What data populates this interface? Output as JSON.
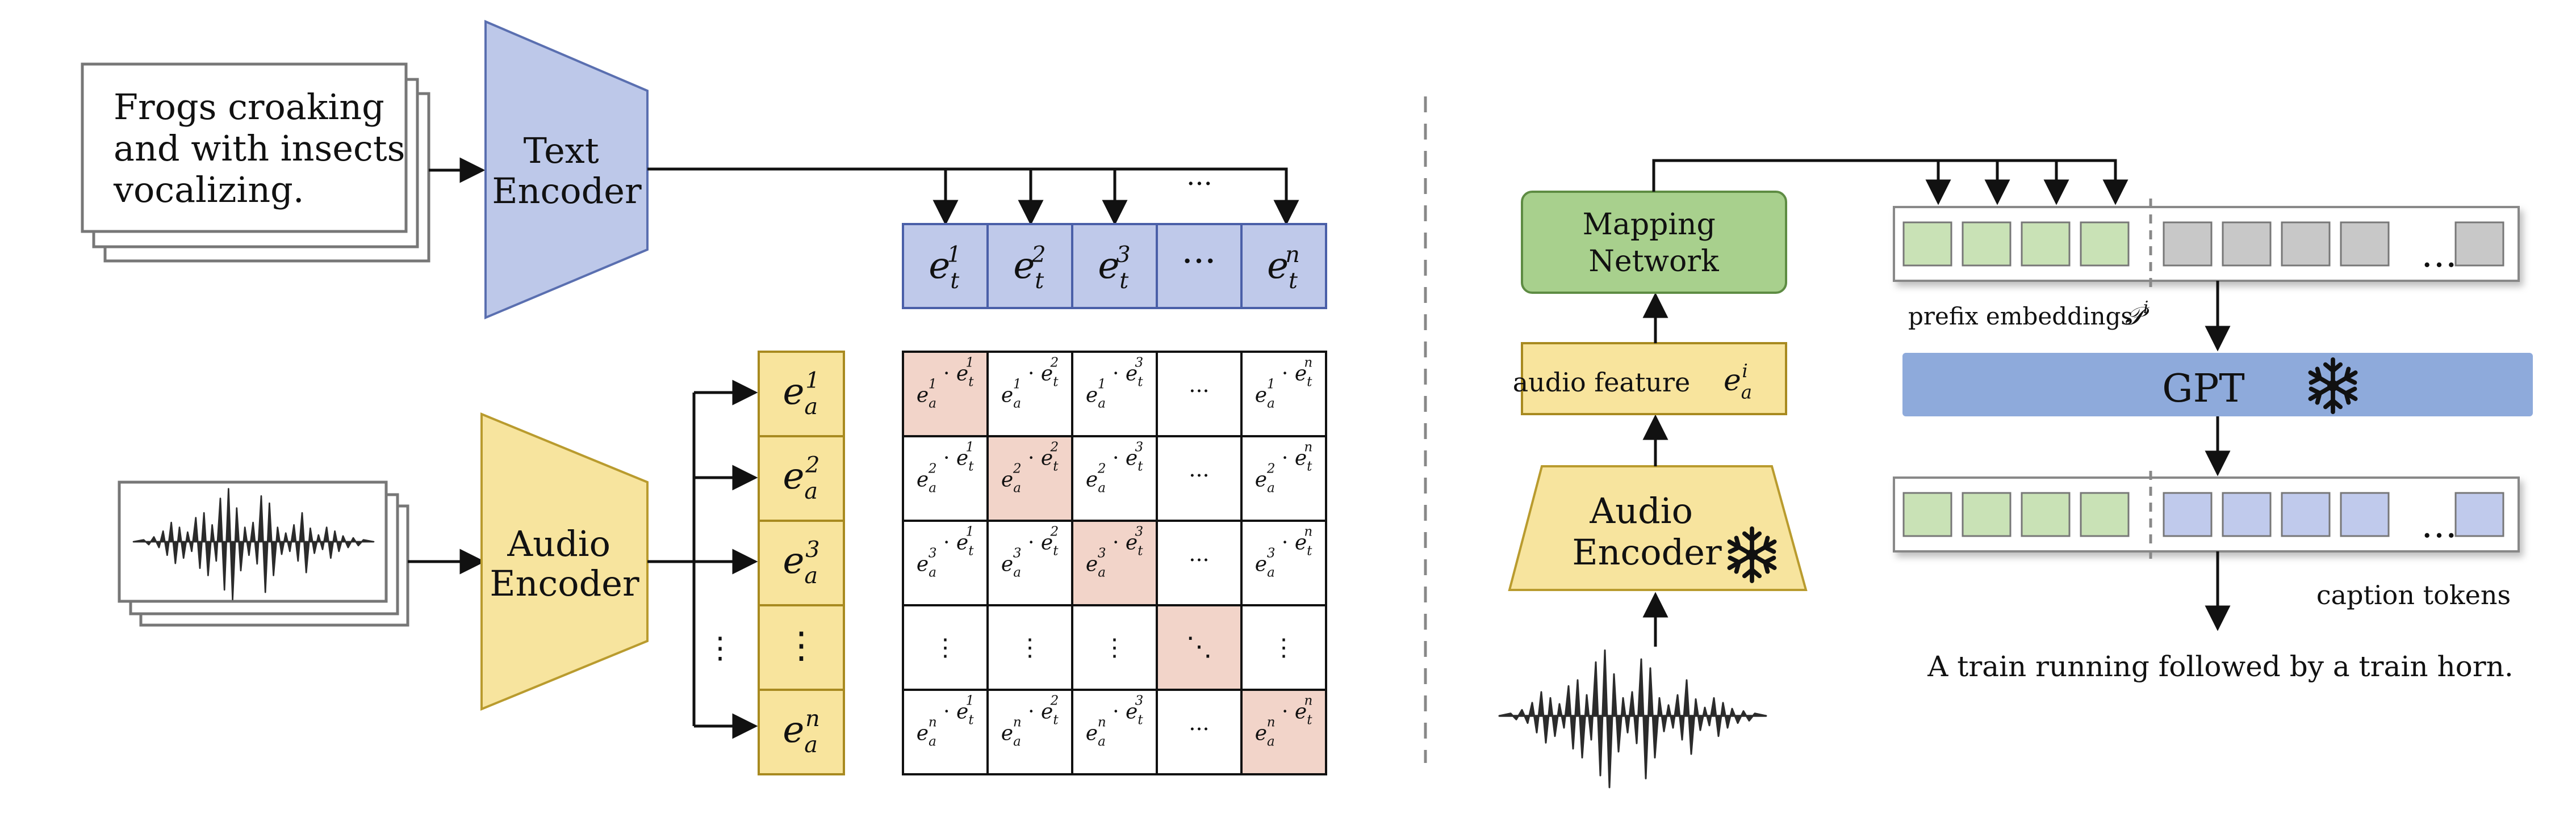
{
  "left": {
    "caption_text": [
      "Frogs  croaking",
      "and with insects",
      "vocalizing."
    ],
    "text_encoder": [
      "Text",
      "Encoder"
    ],
    "audio_encoder": [
      "Audio",
      "Encoder"
    ],
    "top_ellipsis": "···",
    "text_embeddings": [
      {
        "base": "e",
        "sub": "t",
        "sup": "1"
      },
      {
        "base": "e",
        "sub": "t",
        "sup": "2"
      },
      {
        "base": "e",
        "sub": "t",
        "sup": "3"
      },
      {
        "base": "···",
        "sub": "",
        "sup": ""
      },
      {
        "base": "e",
        "sub": "t",
        "sup": "n"
      }
    ],
    "audio_embeddings": [
      {
        "base": "e",
        "sub": "a",
        "sup": "1"
      },
      {
        "base": "e",
        "sub": "a",
        "sup": "2"
      },
      {
        "base": "e",
        "sub": "a",
        "sup": "3"
      },
      {
        "base": "⋮",
        "sub": "",
        "sup": ""
      },
      {
        "base": "e",
        "sub": "a",
        "sup": "n"
      }
    ],
    "side_dots": "⋮",
    "matrix": {
      "rows": [
        "1",
        "2",
        "3",
        "⋮",
        "n"
      ],
      "cols": [
        "1",
        "2",
        "3",
        "···",
        "n"
      ],
      "dots_vertical": "⋮",
      "dots_horizontal": "···",
      "dots_diagonal": "⋱",
      "highlight_color": "#f2d4c9"
    }
  },
  "right": {
    "mapping_network": [
      "Mapping",
      "Network"
    ],
    "audio_feature": {
      "label": "audio feature",
      "sym": "e",
      "sub": "a",
      "sup": "i"
    },
    "audio_encoder": [
      "Audio",
      "Encoder"
    ],
    "prefix_label": {
      "text": "prefix embeddings",
      "sym": "𝒫",
      "sup": "i"
    },
    "gpt_label": "GPT",
    "caption_tokens_label": "caption tokens",
    "output_caption": "A train running followed by a train horn.",
    "token_dots": "…",
    "frozen_icon": "snowflake-icon"
  },
  "colors": {
    "text_encoder": "#bdc8e9",
    "audio_encoder": "#f7e49e",
    "text_embedding": "#bfc9ea",
    "audio_embedding": "#f8e49d",
    "mapping_network": "#a8d08d",
    "prefix_token": "#c9e2b6",
    "gray_token": "#c8c8c8",
    "caption_token": "#c0caec",
    "gpt": "#8eaadb",
    "divider": "#888888"
  }
}
